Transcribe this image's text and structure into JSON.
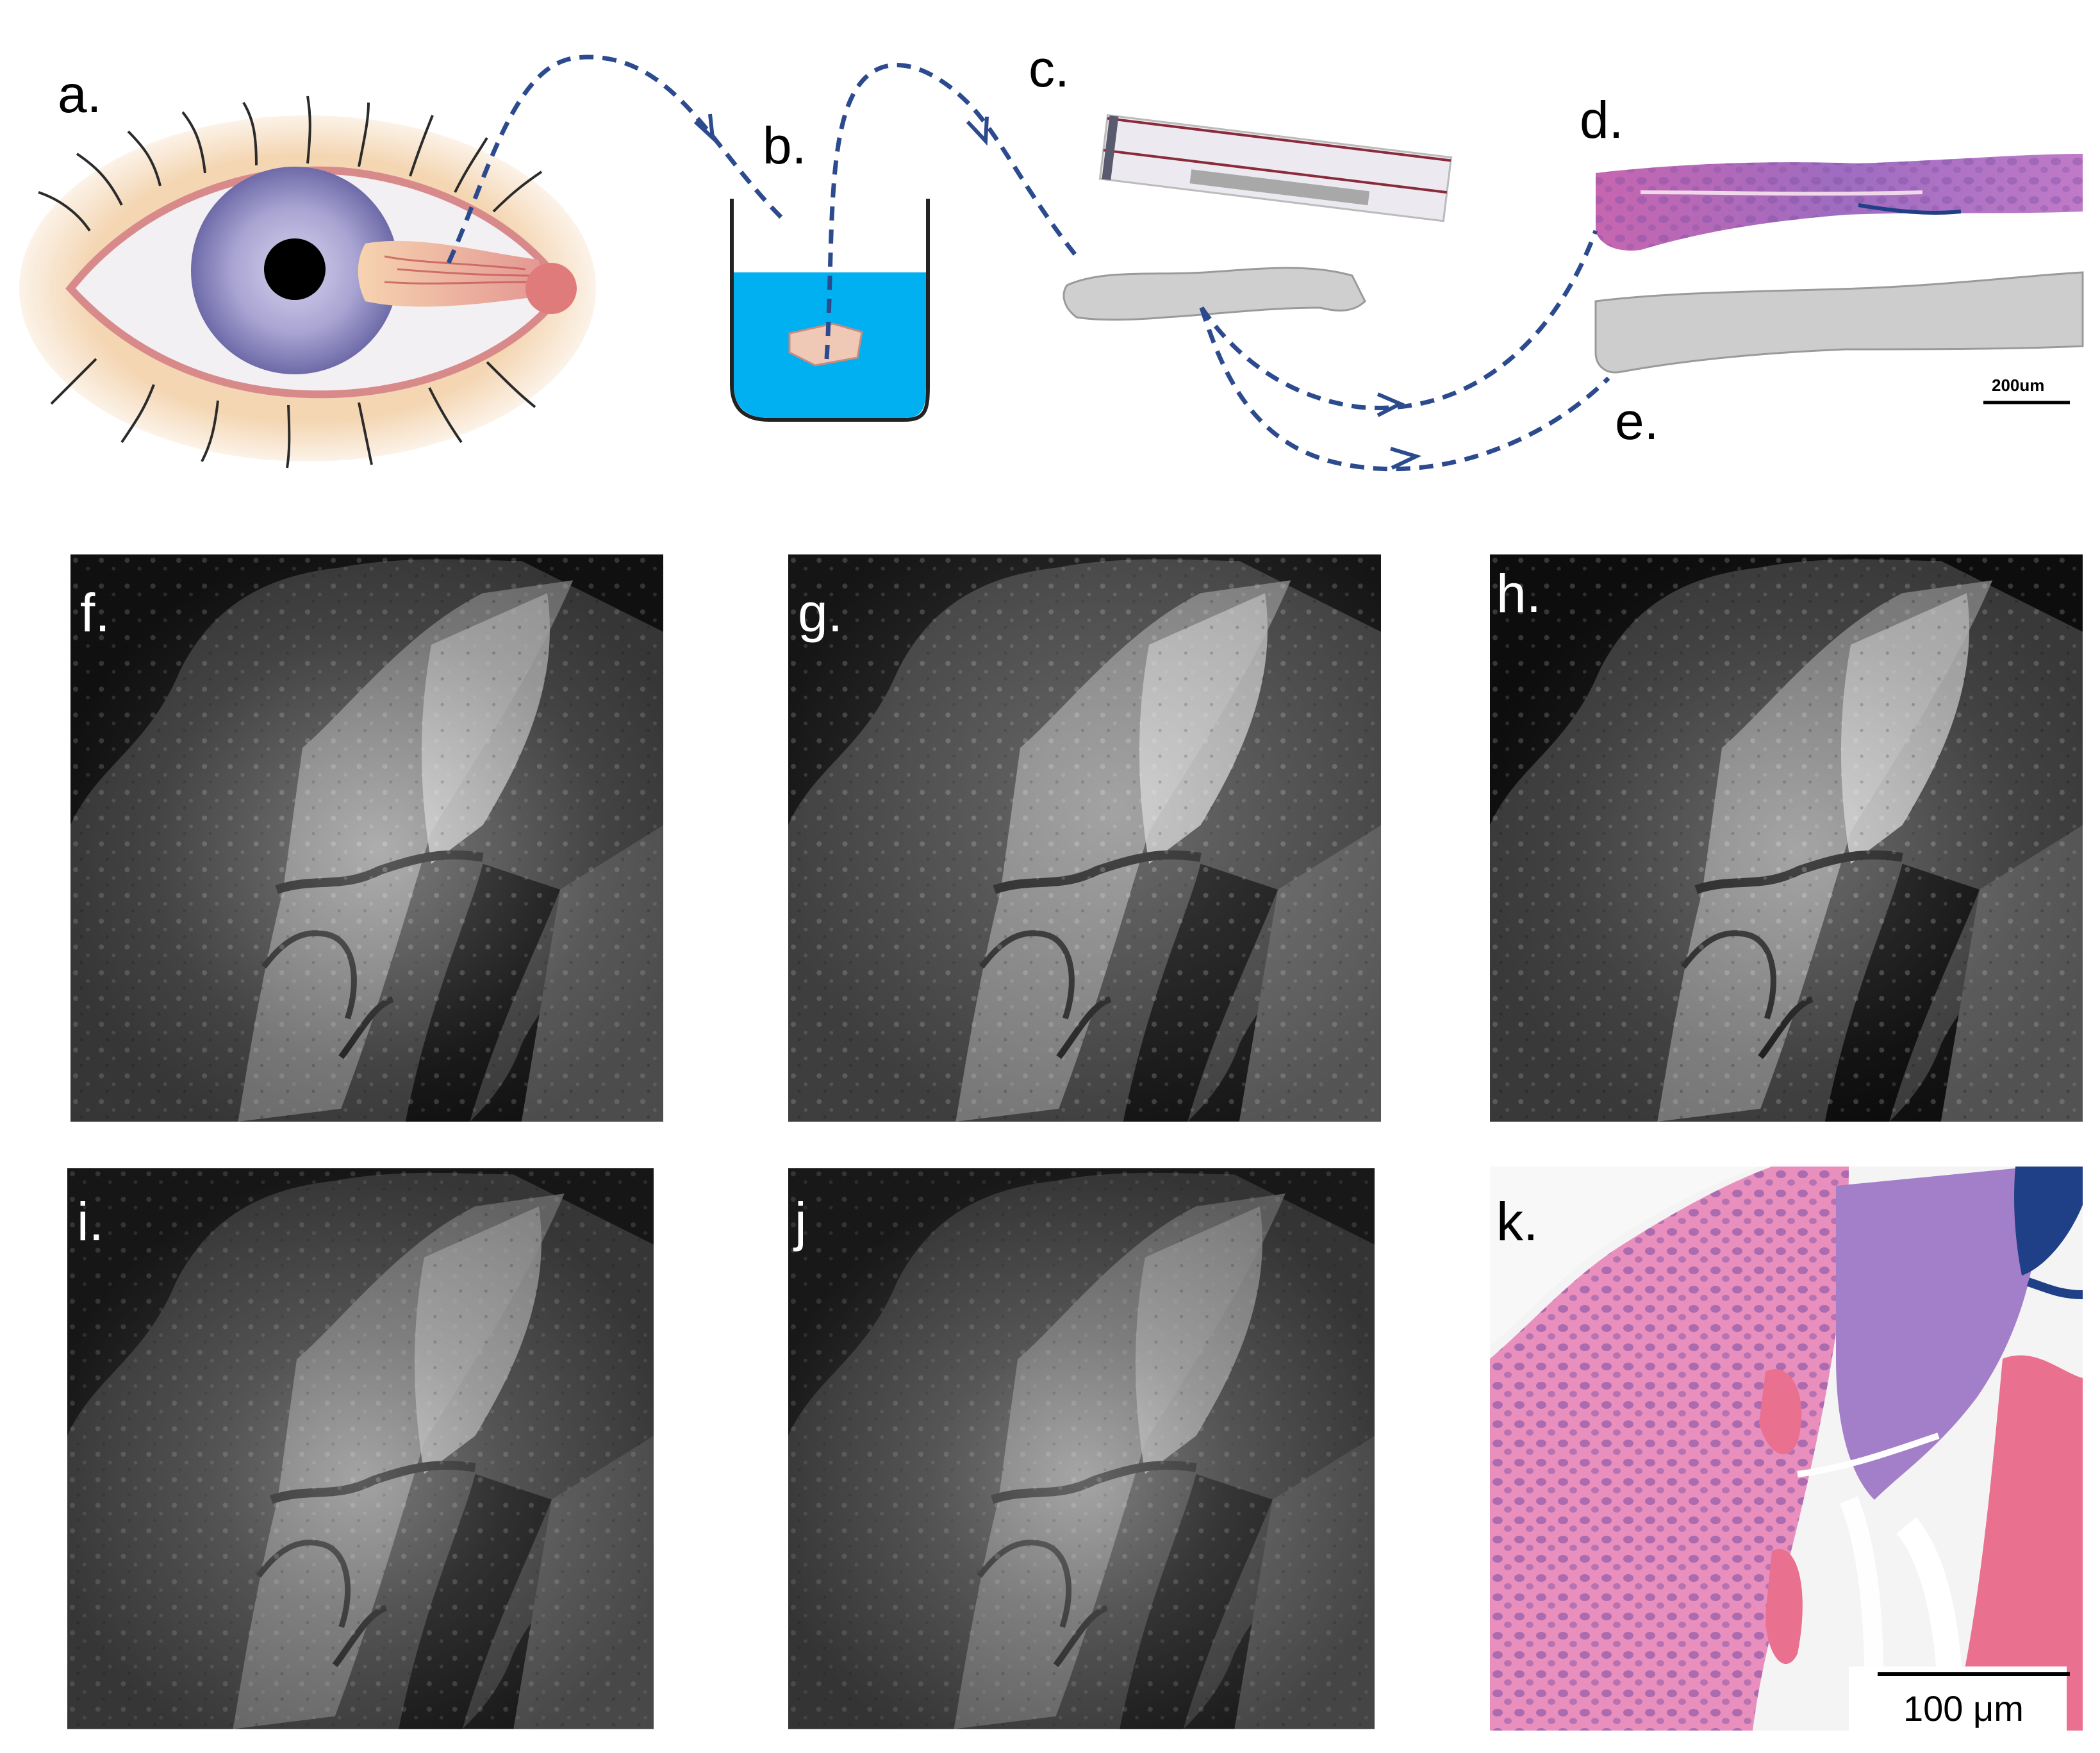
{
  "panels": {
    "a": {
      "label": "a."
    },
    "b": {
      "label": "b."
    },
    "c": {
      "label": "c."
    },
    "d": {
      "label": "d."
    },
    "e": {
      "label": "e."
    },
    "f": {
      "label": "f."
    },
    "g": {
      "label": "g."
    },
    "h": {
      "label": "h."
    },
    "i": {
      "label": "i."
    },
    "j": {
      "label": "j"
    },
    "k": {
      "label": "k."
    }
  },
  "scalebars": {
    "top": "200um",
    "k": "100 μm"
  },
  "colors": {
    "arrow": "#2c4a8e",
    "liquid": "#00b0f0",
    "he_pink": "#e58ab8",
    "he_purple": "#a57fc8"
  }
}
